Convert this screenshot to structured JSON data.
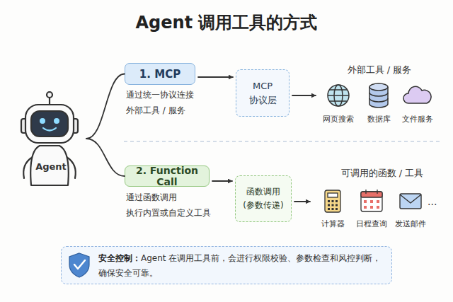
{
  "diagram": {
    "title": "Agent 调用工具的方式",
    "nodes": [
      {
        "text": [
          "Agent"
        ]
      },
      {
        "text": [
          "1. MCP"
        ]
      },
      {
        "text": [
          "MCP 协议层"
        ]
      },
      {
        "text": [
          "网页搜索"
        ]
      },
      {
        "text": [
          "数据库"
        ]
      },
      {
        "text": [
          "文件服务"
        ]
      },
      {
        "text": [
          "2. Function Call"
        ]
      },
      {
        "text": [
          "函数调用 (参数传递)"
        ]
      },
      {
        "text": [
          "计算器"
        ]
      },
      {
        "text": [
          "日程查询"
        ]
      },
      {
        "text": [
          "发送邮件"
        ]
      },
      {
        "text": [
          "安全控制：",
          "Agent 在调用工具前，会进行权限校验、参数检查和风控判断， 确保安全可靠。"
        ]
      }
    ],
    "edges": [
      {
        "from": 0,
        "to": 1,
        "arrow": "none"
      },
      {
        "from": 1,
        "to": 2,
        "arrow": "to"
      },
      {
        "from": 2,
        "to": 3,
        "arrow": "to"
      },
      {
        "from": 0,
        "to": 6,
        "arrow": "none"
      },
      {
        "from": 6,
        "to": 7,
        "arrow": "to"
      },
      {
        "from": 7,
        "to": 8,
        "arrow": "to"
      }
    ],
    "labels": [
      "通过统一协议连接 外部工具 / 服务",
      "外部工具 / 服务",
      "通过函数调用 执行内置或自定义工具",
      "可调用的函数 / 工具",
      "..."
    ]
  }
}
